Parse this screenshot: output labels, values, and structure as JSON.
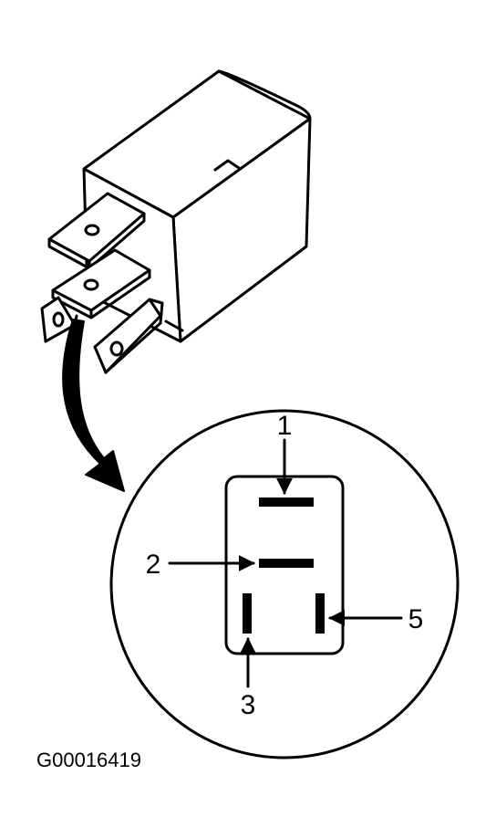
{
  "diagram": {
    "pins": [
      {
        "label": "1"
      },
      {
        "label": "2"
      },
      {
        "label": "3"
      },
      {
        "label": "5"
      }
    ],
    "caption": "G00016419"
  },
  "colors": {
    "ink": "#000000",
    "background": "#ffffff"
  }
}
